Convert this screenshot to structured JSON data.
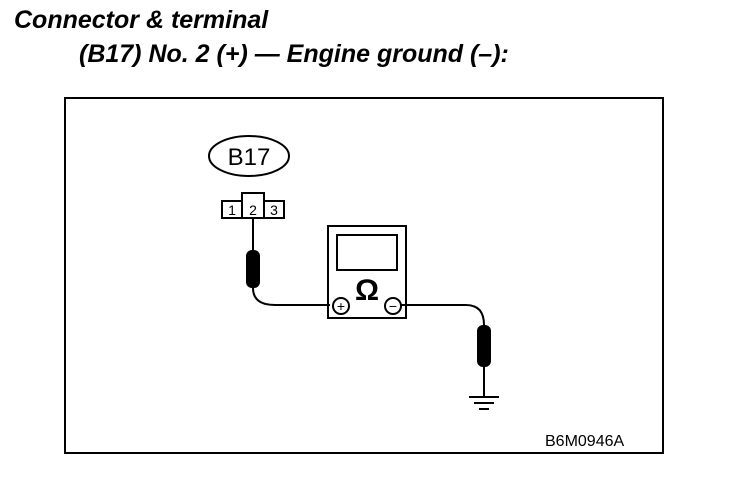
{
  "heading": {
    "line1": "Connector & terminal",
    "line2": "(B17) No. 2 (+) — Engine ground (–):"
  },
  "diagram": {
    "connector_label": "B17",
    "terminals": [
      "1",
      "2",
      "3"
    ],
    "meter_symbol": "Ω",
    "plus_symbol": "+",
    "minus_symbol": "−",
    "figure_code": "B6M0946A"
  }
}
